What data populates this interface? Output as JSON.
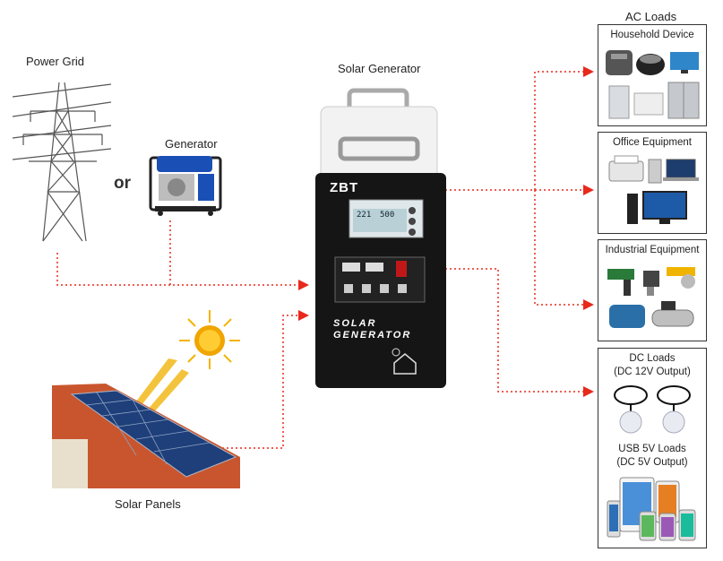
{
  "labels": {
    "power_grid": "Power Grid",
    "or": "or",
    "generator": "Generator",
    "solar_generator": "Solar Generator",
    "solar_panels": "Solar Panels",
    "ac_loads": "AC Loads"
  },
  "device": {
    "brand": "ZBT",
    "display_left": "221",
    "display_right": "500",
    "product_line1": "SOLAR",
    "product_line2": "GENERATOR"
  },
  "loads": {
    "household": "Household Device",
    "office": "Office Equipment",
    "industrial": "Industrial Equipment",
    "dc_title": "DC Loads",
    "dc_sub": "(DC 12V Output)",
    "usb_title": "USB 5V Loads",
    "usb_sub": "(DC 5V Output)"
  },
  "colors": {
    "connector": "#e8291c",
    "device_body": "#151515",
    "device_top": "#f2f2f2"
  }
}
